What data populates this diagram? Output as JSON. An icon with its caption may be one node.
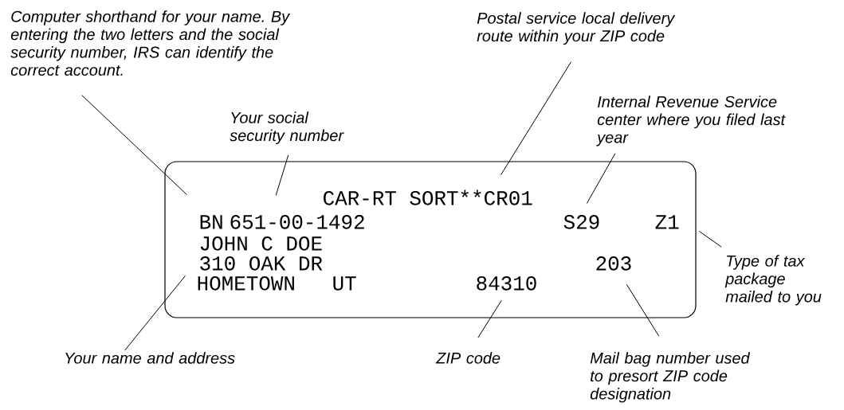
{
  "diagram": {
    "nodes": [
      {
        "text": [],
        "shape": "box"
      },
      {
        "text": [
          "CAR-RT SORT**CR01"
        ],
        "in": 0
      },
      {
        "text": [
          "BN"
        ],
        "in": 0
      },
      {
        "text": [
          "651-00-1492"
        ],
        "in": 0
      },
      {
        "text": [
          "S29"
        ],
        "in": 0
      },
      {
        "text": [
          "Z1"
        ],
        "in": 0
      },
      {
        "text": [
          "JOHN C DOE"
        ],
        "in": 0
      },
      {
        "text": [
          "310 OAK DR"
        ],
        "in": 0
      },
      {
        "text": [
          "HOMETOWN"
        ],
        "in": 0
      },
      {
        "text": [
          "UT"
        ],
        "in": 0
      },
      {
        "text": [
          "84310"
        ],
        "in": 0
      },
      {
        "text": [
          "203"
        ],
        "in": 0
      },
      {
        "text": [
          "Computer shorthand for your name. By entering the two letters and the social security number, IRS can identify the correct account."
        ]
      },
      {
        "text": [
          "Your social security number"
        ]
      },
      {
        "text": [
          "Postal service local delivery route within your ZIP code"
        ]
      },
      {
        "text": [
          "Internal Revenue Service center where you filed last year"
        ]
      },
      {
        "text": [
          "Type of tax package mailed to you"
        ]
      },
      {
        "text": [
          "Your name and address"
        ]
      },
      {
        "text": [
          "ZIP code"
        ]
      },
      {
        "text": [
          "Mail bag number used to presort ZIP code designation"
        ]
      }
    ],
    "edges": [
      {
        "from": 12,
        "to": 2,
        "arrow": "none"
      },
      {
        "from": 13,
        "to": 3,
        "arrow": "none"
      },
      {
        "from": 14,
        "to": 1,
        "arrow": "none"
      },
      {
        "from": 15,
        "to": 4,
        "arrow": "none"
      },
      {
        "from": 16,
        "to": 5,
        "arrow": "none"
      },
      {
        "from": 17,
        "to": 7,
        "arrow": "none"
      },
      {
        "from": 18,
        "to": 10,
        "arrow": "none"
      },
      {
        "from": 19,
        "to": 11,
        "arrow": "none"
      }
    ]
  }
}
